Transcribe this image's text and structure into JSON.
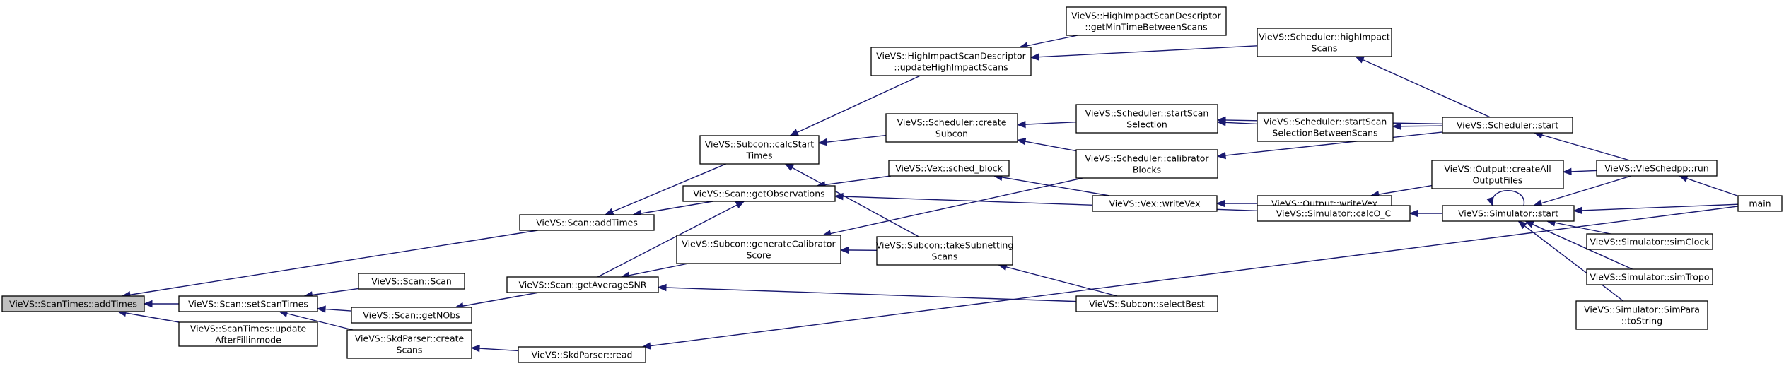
{
  "graph": {
    "nodes": [
      {
        "id": "addTimes_root",
        "lines": [
          "VieVS::ScanTimes::addTimes"
        ],
        "root": true
      },
      {
        "id": "setScanTimes",
        "lines": [
          "VieVS::Scan::setScanTimes"
        ]
      },
      {
        "id": "updateAfterFillin",
        "lines": [
          "VieVS::ScanTimes::update",
          "AfterFillinmode"
        ]
      },
      {
        "id": "scanAddTimes",
        "lines": [
          "VieVS::Scan::addTimes"
        ]
      },
      {
        "id": "scanScan",
        "lines": [
          "VieVS::Scan::Scan"
        ]
      },
      {
        "id": "getNObs",
        "lines": [
          "VieVS::Scan::getNObs"
        ]
      },
      {
        "id": "skdCreateScans",
        "lines": [
          "VieVS::SkdParser::create",
          "Scans"
        ]
      },
      {
        "id": "calcStartTimes",
        "lines": [
          "VieVS::Subcon::calcStart",
          "Times"
        ]
      },
      {
        "id": "getObservations",
        "lines": [
          "VieVS::Scan::getObservations"
        ]
      },
      {
        "id": "getAverageSNR",
        "lines": [
          "VieVS::Scan::getAverageSNR"
        ]
      },
      {
        "id": "skdRead",
        "lines": [
          "VieVS::SkdParser::read"
        ]
      },
      {
        "id": "updateHighImpact",
        "lines": [
          "VieVS::HighImpactScanDescriptor",
          "::updateHighImpactScans"
        ]
      },
      {
        "id": "createSubcon",
        "lines": [
          "VieVS::Scheduler::create",
          "Subcon"
        ]
      },
      {
        "id": "schedBlock",
        "lines": [
          "VieVS::Vex::sched_block"
        ]
      },
      {
        "id": "generateCalibrator",
        "lines": [
          "VieVS::Subcon::generateCalibrator",
          "Score"
        ]
      },
      {
        "id": "takeSubnetting",
        "lines": [
          "VieVS::Subcon::takeSubnetting",
          "Scans"
        ]
      },
      {
        "id": "getMinTime",
        "lines": [
          "VieVS::HighImpactScanDescriptor",
          "::getMinTimeBetweenScans"
        ]
      },
      {
        "id": "startScanSelection",
        "lines": [
          "VieVS::Scheduler::startScan",
          "Selection"
        ]
      },
      {
        "id": "calibratorBlocks",
        "lines": [
          "VieVS::Scheduler::calibrator",
          "Blocks"
        ]
      },
      {
        "id": "writeVex",
        "lines": [
          "VieVS::Vex::writeVex"
        ]
      },
      {
        "id": "selectBest",
        "lines": [
          "VieVS::Subcon::selectBest"
        ]
      },
      {
        "id": "highImpactScans",
        "lines": [
          "VieVS::Scheduler::highImpact",
          "Scans"
        ]
      },
      {
        "id": "startScanSelBetween",
        "lines": [
          "VieVS::Scheduler::startScan",
          "SelectionBetweenScans"
        ]
      },
      {
        "id": "outputWriteVex",
        "lines": [
          "VieVS::Output::writeVex"
        ]
      },
      {
        "id": "calcOC",
        "lines": [
          "VieVS::Simulator::calcO_C"
        ]
      },
      {
        "id": "schedulerStart",
        "lines": [
          "VieVS::Scheduler::start"
        ]
      },
      {
        "id": "createAllOutput",
        "lines": [
          "VieVS::Output::createAll",
          "OutputFiles"
        ]
      },
      {
        "id": "simStart",
        "lines": [
          "VieVS::Simulator::start"
        ]
      },
      {
        "id": "simParaToString",
        "lines": [
          "VieVS::Simulator::SimPara",
          "::toString"
        ]
      },
      {
        "id": "vieSchedRun",
        "lines": [
          "VieVS::VieSchedpp::run"
        ]
      },
      {
        "id": "simClock",
        "lines": [
          "VieVS::Simulator::simClock"
        ]
      },
      {
        "id": "simTropo",
        "lines": [
          "VieVS::Simulator::simTropo"
        ]
      },
      {
        "id": "main",
        "lines": [
          "main"
        ]
      }
    ],
    "edges": [
      {
        "from": "setScanTimes",
        "to": "addTimes_root"
      },
      {
        "from": "updateAfterFillin",
        "to": "addTimes_root"
      },
      {
        "from": "scanAddTimes",
        "to": "addTimes_root"
      },
      {
        "from": "scanScan",
        "to": "setScanTimes"
      },
      {
        "from": "getNObs",
        "to": "setScanTimes"
      },
      {
        "from": "skdCreateScans",
        "to": "setScanTimes"
      },
      {
        "from": "calcStartTimes",
        "to": "scanAddTimes"
      },
      {
        "from": "getObservations",
        "to": "scanAddTimes"
      },
      {
        "from": "getAverageSNR",
        "to": "getNObs"
      },
      {
        "from": "skdRead",
        "to": "skdCreateScans"
      },
      {
        "from": "updateHighImpact",
        "to": "calcStartTimes"
      },
      {
        "from": "createSubcon",
        "to": "calcStartTimes"
      },
      {
        "from": "takeSubnetting",
        "to": "calcStartTimes"
      },
      {
        "from": "getAverageSNR",
        "to": "getObservations"
      },
      {
        "from": "schedBlock",
        "to": "getObservations"
      },
      {
        "from": "calcOC",
        "to": "getObservations"
      },
      {
        "from": "generateCalibrator",
        "to": "getAverageSNR"
      },
      {
        "from": "selectBest",
        "to": "getAverageSNR"
      },
      {
        "from": "main",
        "to": "skdRead"
      },
      {
        "from": "getMinTime",
        "to": "updateHighImpact"
      },
      {
        "from": "highImpactScans",
        "to": "updateHighImpact"
      },
      {
        "from": "startScanSelection",
        "to": "createSubcon"
      },
      {
        "from": "calibratorBlocks",
        "to": "createSubcon"
      },
      {
        "from": "writeVex",
        "to": "schedBlock"
      },
      {
        "from": "calibratorBlocks",
        "to": "generateCalibrator"
      },
      {
        "from": "takeSubnetting",
        "to": "generateCalibrator"
      },
      {
        "from": "selectBest",
        "to": "takeSubnetting"
      },
      {
        "from": "schedulerStart",
        "to": "startScanSelection"
      },
      {
        "from": "startScanSelBetween",
        "to": "startScanSelection"
      },
      {
        "from": "schedulerStart",
        "to": "calibratorBlocks"
      },
      {
        "from": "outputWriteVex",
        "to": "writeVex"
      },
      {
        "from": "schedulerStart",
        "to": "highImpactScans"
      },
      {
        "from": "schedulerStart",
        "to": "startScanSelBetween"
      },
      {
        "from": "createAllOutput",
        "to": "outputWriteVex"
      },
      {
        "from": "simStart",
        "to": "calcOC"
      },
      {
        "from": "vieSchedRun",
        "to": "schedulerStart"
      },
      {
        "from": "vieSchedRun",
        "to": "createAllOutput"
      },
      {
        "from": "simStart",
        "to": "simStart"
      },
      {
        "from": "vieSchedRun",
        "to": "simStart"
      },
      {
        "from": "main",
        "to": "simStart"
      },
      {
        "from": "simClock",
        "to": "simStart"
      },
      {
        "from": "simTropo",
        "to": "simStart"
      },
      {
        "from": "simParaToString",
        "to": "simStart"
      },
      {
        "from": "main",
        "to": "vieSchedRun"
      }
    ]
  }
}
